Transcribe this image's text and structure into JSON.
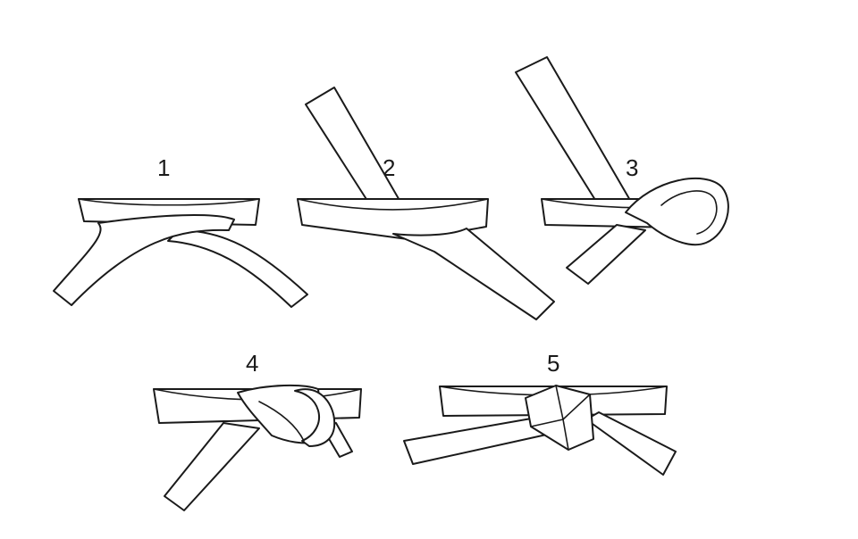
{
  "steps": [
    {
      "number": "1"
    },
    {
      "number": "2"
    },
    {
      "number": "3"
    },
    {
      "number": "4"
    },
    {
      "number": "5"
    }
  ],
  "colors": {
    "line": "#1a1a1a",
    "fill": "#ffffff",
    "background": "#ffffff"
  }
}
